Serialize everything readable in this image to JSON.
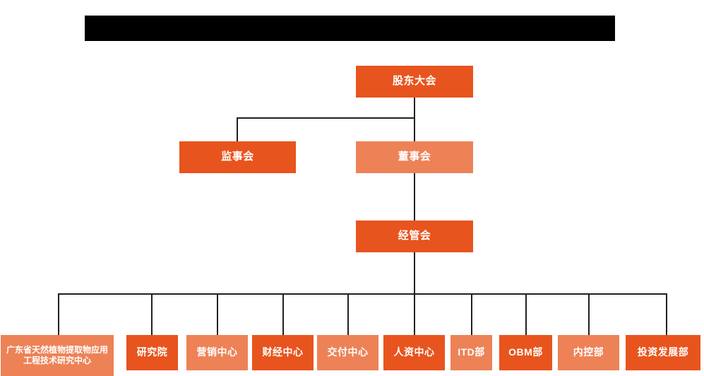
{
  "chart_data": {
    "type": "diagram",
    "diagram_type": "organization-chart",
    "title": "",
    "colors": {
      "primary": "#E8541E",
      "secondary": "#ED8257",
      "line": "#231f20",
      "background": "#ffffff",
      "redaction": "#000000",
      "text": "#ffffff"
    },
    "nodes": [
      {
        "id": "shareholders",
        "label": "股东大会",
        "tier": 1,
        "style": "primary"
      },
      {
        "id": "supervisors",
        "label": "监事会",
        "tier": 2,
        "style": "primary"
      },
      {
        "id": "directors",
        "label": "董事会",
        "tier": 2,
        "style": "secondary"
      },
      {
        "id": "management",
        "label": "经管会",
        "tier": 3,
        "style": "primary"
      },
      {
        "id": "dept-1",
        "label": "广东省天然植物提取物应用工程技术研究中心",
        "tier": 4,
        "style": "secondary"
      },
      {
        "id": "dept-2",
        "label": "研究院",
        "tier": 4,
        "style": "primary"
      },
      {
        "id": "dept-3",
        "label": "营销中心",
        "tier": 4,
        "style": "secondary"
      },
      {
        "id": "dept-4",
        "label": "财经中心",
        "tier": 4,
        "style": "primary"
      },
      {
        "id": "dept-5",
        "label": "交付中心",
        "tier": 4,
        "style": "secondary"
      },
      {
        "id": "dept-6",
        "label": "人资中心",
        "tier": 4,
        "style": "primary"
      },
      {
        "id": "dept-7",
        "label": "ITD部",
        "tier": 4,
        "style": "secondary"
      },
      {
        "id": "dept-8",
        "label": "OBM部",
        "tier": 4,
        "style": "primary"
      },
      {
        "id": "dept-9",
        "label": "内控部",
        "tier": 4,
        "style": "secondary"
      },
      {
        "id": "dept-10",
        "label": "投资发展部",
        "tier": 4,
        "style": "primary"
      }
    ],
    "edges": [
      {
        "from": "shareholders",
        "to": "supervisors"
      },
      {
        "from": "shareholders",
        "to": "directors"
      },
      {
        "from": "directors",
        "to": "management"
      },
      {
        "from": "management",
        "to": "dept-1"
      },
      {
        "from": "management",
        "to": "dept-2"
      },
      {
        "from": "management",
        "to": "dept-3"
      },
      {
        "from": "management",
        "to": "dept-4"
      },
      {
        "from": "management",
        "to": "dept-5"
      },
      {
        "from": "management",
        "to": "dept-6"
      },
      {
        "from": "management",
        "to": "dept-7"
      },
      {
        "from": "management",
        "to": "dept-8"
      },
      {
        "from": "management",
        "to": "dept-9"
      },
      {
        "from": "management",
        "to": "dept-10"
      }
    ]
  },
  "header": {
    "redaction_bar_label": ""
  },
  "tier1": {
    "shareholders": "股东大会"
  },
  "tier2": {
    "supervisors": "监事会",
    "directors": "董事会"
  },
  "tier3": {
    "management": "经管会"
  },
  "tier4": {
    "departments": [
      {
        "label": "广东省天然植物提取物应用工程技术研究中心"
      },
      {
        "label": "研究院"
      },
      {
        "label": "营销中心"
      },
      {
        "label": "财经中心"
      },
      {
        "label": "交付中心"
      },
      {
        "label": "人资中心"
      },
      {
        "label": "ITD部"
      },
      {
        "label": "OBM部"
      },
      {
        "label": "内控部"
      },
      {
        "label": "投资发展部"
      }
    ]
  }
}
